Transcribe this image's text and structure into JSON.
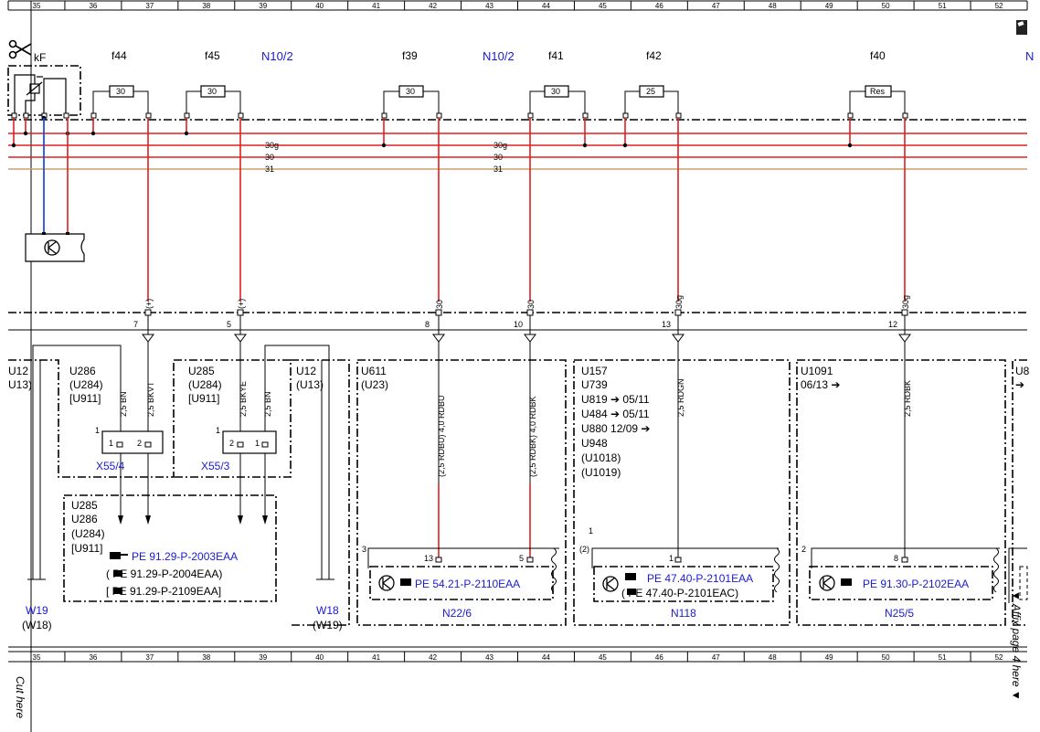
{
  "grid": {
    "columns": [
      "35",
      "36",
      "37",
      "38",
      "39",
      "40",
      "41",
      "42",
      "43",
      "44",
      "45",
      "46",
      "47",
      "48",
      "49",
      "50",
      "51",
      "52"
    ]
  },
  "header": {
    "relay_label": "kF",
    "fuses": [
      {
        "name": "f44",
        "rating": "30"
      },
      {
        "name": "f45",
        "rating": "30"
      },
      {
        "name": "f39",
        "rating": "30"
      },
      {
        "name": "f41",
        "rating": "30"
      },
      {
        "name": "f42",
        "rating": "25"
      },
      {
        "name": "f40",
        "rating": "Res"
      }
    ],
    "module_labels": [
      "N10/2",
      "N10/2",
      "N"
    ]
  },
  "bus": {
    "labels": [
      "30g",
      "30",
      "31",
      "30g",
      "30",
      "31"
    ]
  },
  "connector_row": {
    "pins": [
      {
        "pin": "7",
        "term": "(+)"
      },
      {
        "pin": "5",
        "term": "(+)"
      },
      {
        "pin": "8",
        "term": "30"
      },
      {
        "pin": "10",
        "term": "30"
      },
      {
        "pin": "13",
        "term": "30g"
      },
      {
        "pin": "12",
        "term": "30g"
      }
    ]
  },
  "variants": {
    "left_outer": [
      "U12",
      "U13)"
    ],
    "left_a": [
      "U286",
      "(U284)",
      "[U911]"
    ],
    "left_b": [
      "U285",
      "(U284)",
      "[U911]"
    ],
    "mid_u12": [
      "U12",
      "(U13)"
    ],
    "n22": [
      "U611",
      "(U23)"
    ],
    "n118": [
      "U157",
      "U739",
      "U819 ➔ 05/11",
      "U484 ➔ 05/11",
      "U880  12/09 ➔",
      "U948",
      "(U1018)",
      "(U1019)"
    ],
    "n25": [
      "U1091",
      "06/13 ➔"
    ],
    "right_edge": [
      "U8",
      "➔"
    ],
    "lower_box": [
      "U285",
      "U286",
      "(U284)",
      "[U911]"
    ]
  },
  "wires": [
    "2,5 BN",
    "2,5 BKVT",
    "2,5 BKYE",
    "2,5 BN",
    "(2,5 RDBU) 4,0 RDBU",
    "(2,5 RDBK) 4,0 RDBK",
    "2,5 RDGN",
    "2,5 RDBK"
  ],
  "connectors": {
    "x55_4": {
      "label": "X55/4",
      "pins": [
        "1",
        "1",
        "2"
      ]
    },
    "x55_3": {
      "label": "X55/3",
      "pins": [
        "1",
        "2",
        "1"
      ]
    }
  },
  "grounds": [
    {
      "label": "W19",
      "alt": "(W18)"
    },
    {
      "label": "W18",
      "alt": "(W19)"
    }
  ],
  "components": {
    "n22_6": {
      "label": "N22/6",
      "box_pin": "3",
      "pins": [
        "13",
        "5"
      ],
      "ref": "PE 54.21-P-2110EAA"
    },
    "n118": {
      "label": "N118",
      "box_pin": "1",
      "box_pin_alt": "(2)",
      "pins": [
        "1"
      ],
      "ref": "PE 47.40-P-2101EAA",
      "ref_alt": "(     PE 47.40-P-2101EAC)"
    },
    "n25_5": {
      "label": "N25/5",
      "box_pin": "2",
      "pins": [
        "8"
      ],
      "ref": "PE 91.30-P-2102EAA"
    }
  },
  "lower_refs": {
    "primary": "PE 91.29-P-2003EAA",
    "alt1": "(     PE 91.29-P-2004EAA)",
    "alt2": "[     PE 91.29-P-2109EAA]"
  },
  "cut_marks": {
    "bottom_left": "Cut here",
    "right_side": "▼ Affix page 4 here ▼"
  },
  "colors": {
    "wire_red": "#e02020",
    "wire_blue": "#1e50e0",
    "wire_tan": "#c8a070",
    "label_blue": "#1a1ad6"
  }
}
